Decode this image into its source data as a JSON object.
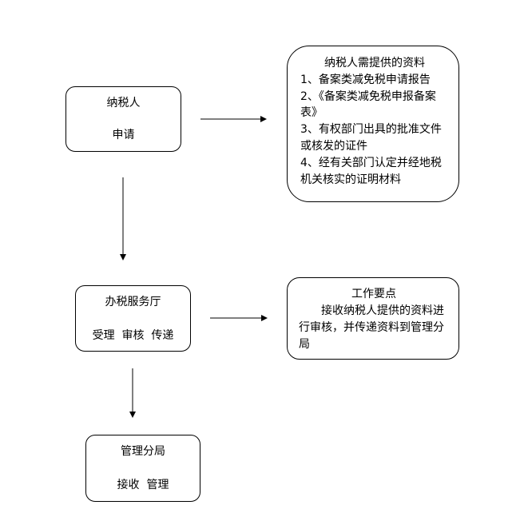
{
  "applicant": {
    "title": "纳税人",
    "action": "申请"
  },
  "materials": {
    "title": "纳税人需提供的资料",
    "items": [
      "1、备案类减免税申请报告",
      "2、《备案类减免税申报备案",
      "表》",
      "3、有权部门出具的批准文件",
      "或核发的证件",
      "4、经有关部门认定并经地税",
      "机关核实的证明材料"
    ]
  },
  "hall": {
    "title": "办税服务厅",
    "actions": "受理  审核  传递"
  },
  "work_points": {
    "title": "工作要点",
    "body": "接收纳税人提供的资料进行审核，并传递资料到管理分局"
  },
  "bureau": {
    "title": "管理分局",
    "actions": "接收  管理"
  }
}
